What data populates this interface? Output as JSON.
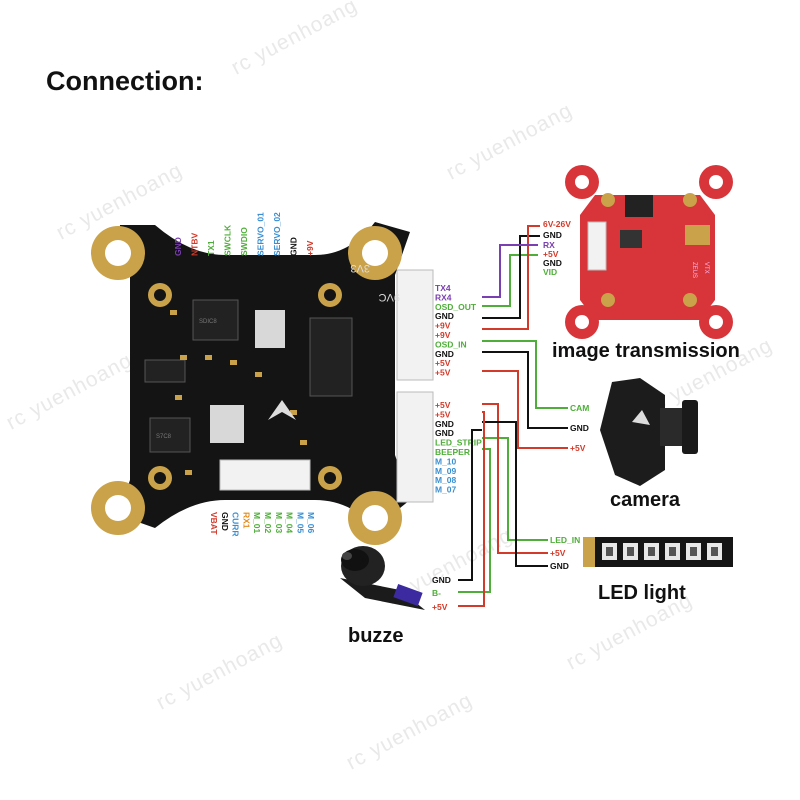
{
  "title": "Connection:",
  "watermark": "rc yuenhoang",
  "captions": {
    "vtx": "image transmission",
    "camera": "camera",
    "led": "LED light",
    "buzzer": "buzze"
  },
  "fc_top_pins": [
    {
      "label": "GND",
      "color": "#7a3fb0"
    },
    {
      "label": "NTBV",
      "color": "#d23a2a"
    },
    {
      "label": "TX1",
      "color": "#4fae3a"
    },
    {
      "label": "SWCLK",
      "color": "#4fae3a"
    },
    {
      "label": "SWDIO",
      "color": "#4fae3a"
    },
    {
      "label": "SERVO_01",
      "color": "#3a8fd2"
    },
    {
      "label": "SERVO_02",
      "color": "#3a8fd2"
    },
    {
      "label": "GND",
      "color": "#111111"
    },
    {
      "label": "+9V",
      "color": "#d23a2a"
    }
  ],
  "fc_bottom_pins": [
    {
      "label": "VBAT",
      "color": "#d23a2a"
    },
    {
      "label": "GND",
      "color": "#111111"
    },
    {
      "label": "CURR",
      "color": "#3a8fd2"
    },
    {
      "label": "RX1",
      "color": "#e08a1a"
    },
    {
      "label": "M_01",
      "color": "#4fae3a"
    },
    {
      "label": "M_02",
      "color": "#4fae3a"
    },
    {
      "label": "M_03",
      "color": "#4fae3a"
    },
    {
      "label": "M_04",
      "color": "#4fae3a"
    },
    {
      "label": "M_05",
      "color": "#3a8fd2"
    },
    {
      "label": "M_06",
      "color": "#3a8fd2"
    }
  ],
  "fc_right_pins_upper": [
    {
      "label": "TX4",
      "color": "#7a3fb0"
    },
    {
      "label": "RX4",
      "color": "#7a3fb0"
    },
    {
      "label": "OSD_OUT",
      "color": "#4fae3a"
    },
    {
      "label": "GND",
      "color": "#111111"
    },
    {
      "label": "+9V",
      "color": "#d23a2a"
    },
    {
      "label": "+9V",
      "color": "#d23a2a"
    },
    {
      "label": "OSD_IN",
      "color": "#4fae3a"
    },
    {
      "label": "GND",
      "color": "#111111"
    },
    {
      "label": "+5V",
      "color": "#d23a2a"
    },
    {
      "label": "+5V",
      "color": "#d23a2a"
    }
  ],
  "fc_right_pins_lower": [
    {
      "label": "+5V",
      "color": "#d23a2a"
    },
    {
      "label": "+5V",
      "color": "#d23a2a"
    },
    {
      "label": "GND",
      "color": "#111111"
    },
    {
      "label": "GND",
      "color": "#111111"
    },
    {
      "label": "LED_STRIP",
      "color": "#4fae3a"
    },
    {
      "label": "BEEPER",
      "color": "#4fae3a"
    },
    {
      "label": "M_10",
      "color": "#3a8fd2"
    },
    {
      "label": "M_09",
      "color": "#3a8fd2"
    },
    {
      "label": "M_08",
      "color": "#3a8fd2"
    },
    {
      "label": "M_07",
      "color": "#3a8fd2"
    }
  ],
  "vtx_pins": [
    {
      "label": "6V-26V",
      "color": "#d23a2a"
    },
    {
      "label": "GND",
      "color": "#111111"
    },
    {
      "label": "RX",
      "color": "#7a3fb0"
    },
    {
      "label": "+5V",
      "color": "#d23a2a"
    },
    {
      "label": "GND",
      "color": "#111111"
    },
    {
      "label": "VID",
      "color": "#4fae3a"
    }
  ],
  "camera_pins": [
    {
      "label": "CAM",
      "color": "#4fae3a"
    },
    {
      "label": "GND",
      "color": "#111111"
    },
    {
      "label": "+5V",
      "color": "#d23a2a"
    }
  ],
  "led_pins": [
    {
      "label": "LED_IN",
      "color": "#4fae3a"
    },
    {
      "label": "+5V",
      "color": "#d23a2a"
    },
    {
      "label": "GND",
      "color": "#111111"
    }
  ],
  "buzzer_pins": [
    {
      "label": "GND",
      "color": "#111111"
    },
    {
      "label": "B-",
      "color": "#4fae3a"
    },
    {
      "label": "+5V",
      "color": "#d23a2a"
    }
  ],
  "silkscreen": {
    "v33": "3V3",
    "v9": "9VC",
    "chip1": "SDIC8",
    "chip2": "S7C8",
    "vtx_txt1": "ZEUS",
    "vtx_txt2": "VTX"
  },
  "colors": {
    "board": "#141414",
    "pad_gold": "#c9a24a",
    "vtx_red": "#d8353a",
    "wire_red": "#d23a2a",
    "wire_black": "#111111",
    "wire_green": "#4fae3a",
    "wire_purple": "#7a3fb0"
  }
}
